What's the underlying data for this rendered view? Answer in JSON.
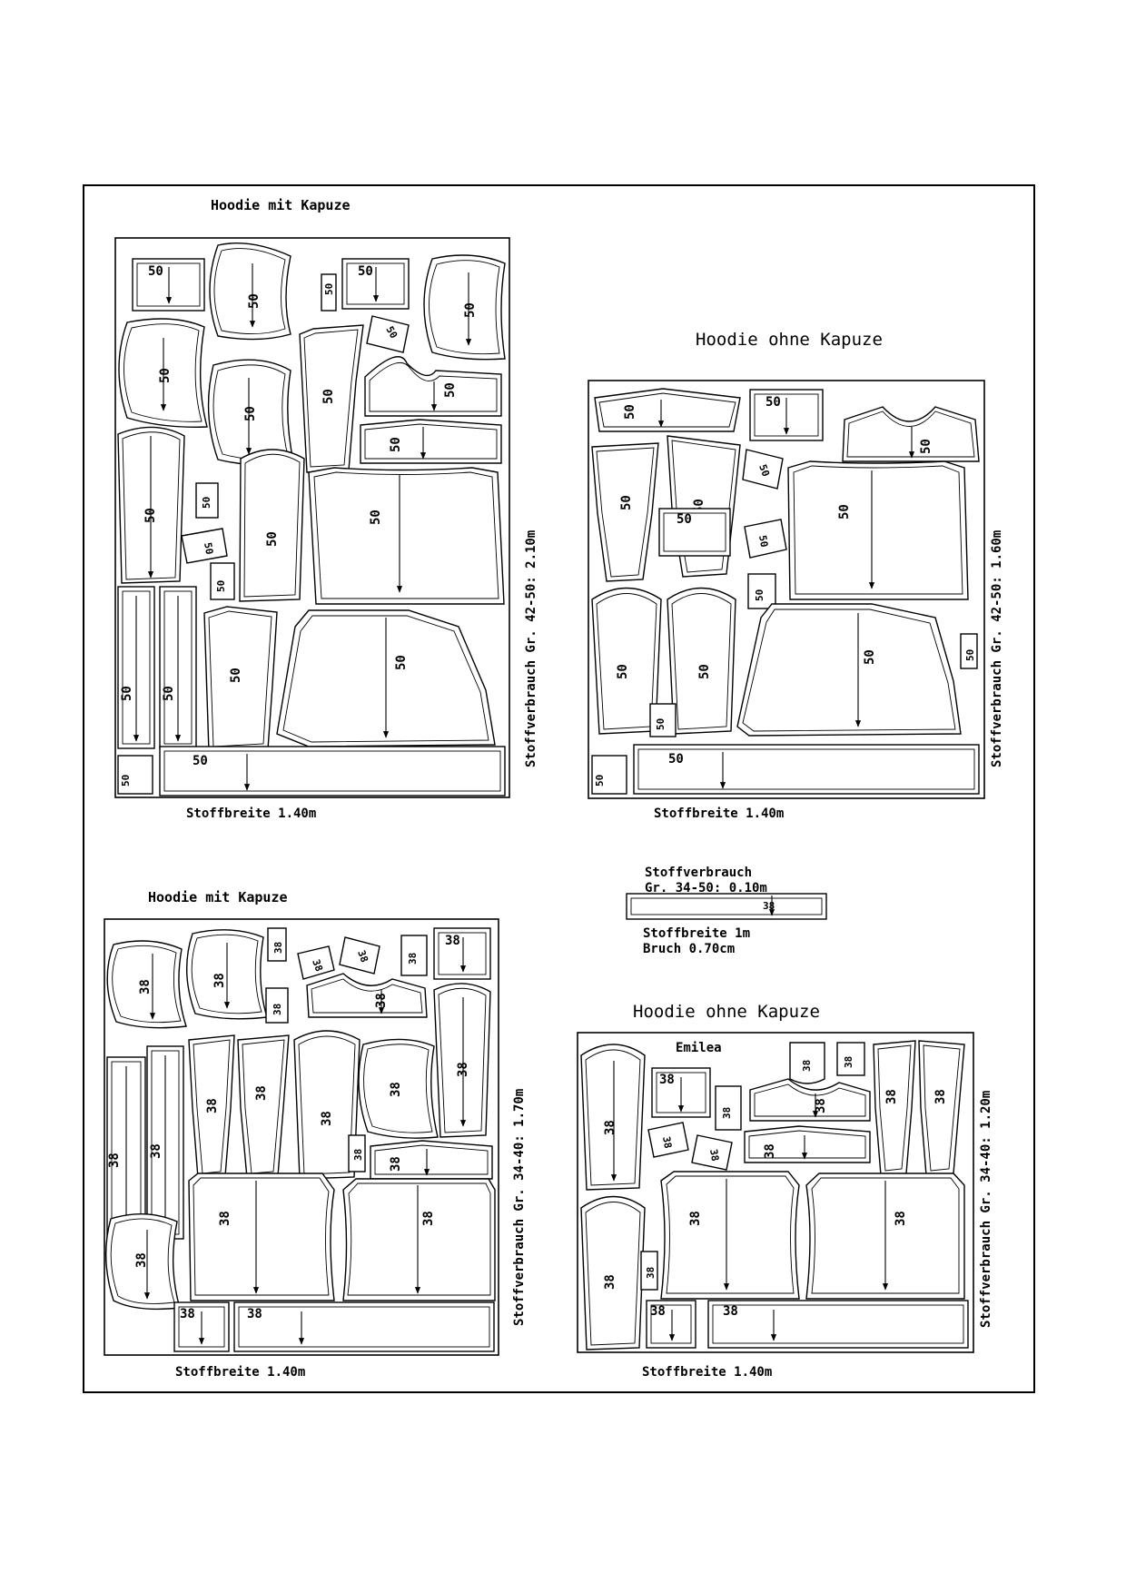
{
  "layouts": [
    {
      "id": "top-left",
      "title": "Hoodie mit Kapuze",
      "fabric_width": "Stoffbreite 1.40m",
      "consumption": "Stoffverbrauch Gr. 42-50: 2.10m",
      "size_mark": "50",
      "subtitle": ""
    },
    {
      "id": "top-right",
      "title": "Hoodie ohne Kapuze",
      "fabric_width": "Stoffbreite 1.40m",
      "consumption": "Stoffverbrauch Gr. 42-50: 1.60m",
      "size_mark": "50",
      "subtitle": ""
    },
    {
      "id": "bottom-left",
      "title": "Hoodie mit Kapuze",
      "fabric_width": "Stoffbreite 1.40m",
      "consumption": "Stoffverbrauch Gr. 34-40: 1.70m",
      "size_mark": "38",
      "subtitle": ""
    },
    {
      "id": "bottom-right",
      "title": "Hoodie ohne Kapuze",
      "fabric_width": "Stoffbreite 1.40m",
      "consumption": "Stoffverbrauch Gr. 34-40: 1.20m",
      "size_mark": "38",
      "subtitle": "Emilea"
    }
  ],
  "ribbing": {
    "line1": "Stoffverbrauch",
    "line2": "Gr. 34-50: 0.10m",
    "size_mark": "38",
    "fabric_width": "Stoffbreite 1m",
    "fold": "Bruch 0.70cm"
  }
}
